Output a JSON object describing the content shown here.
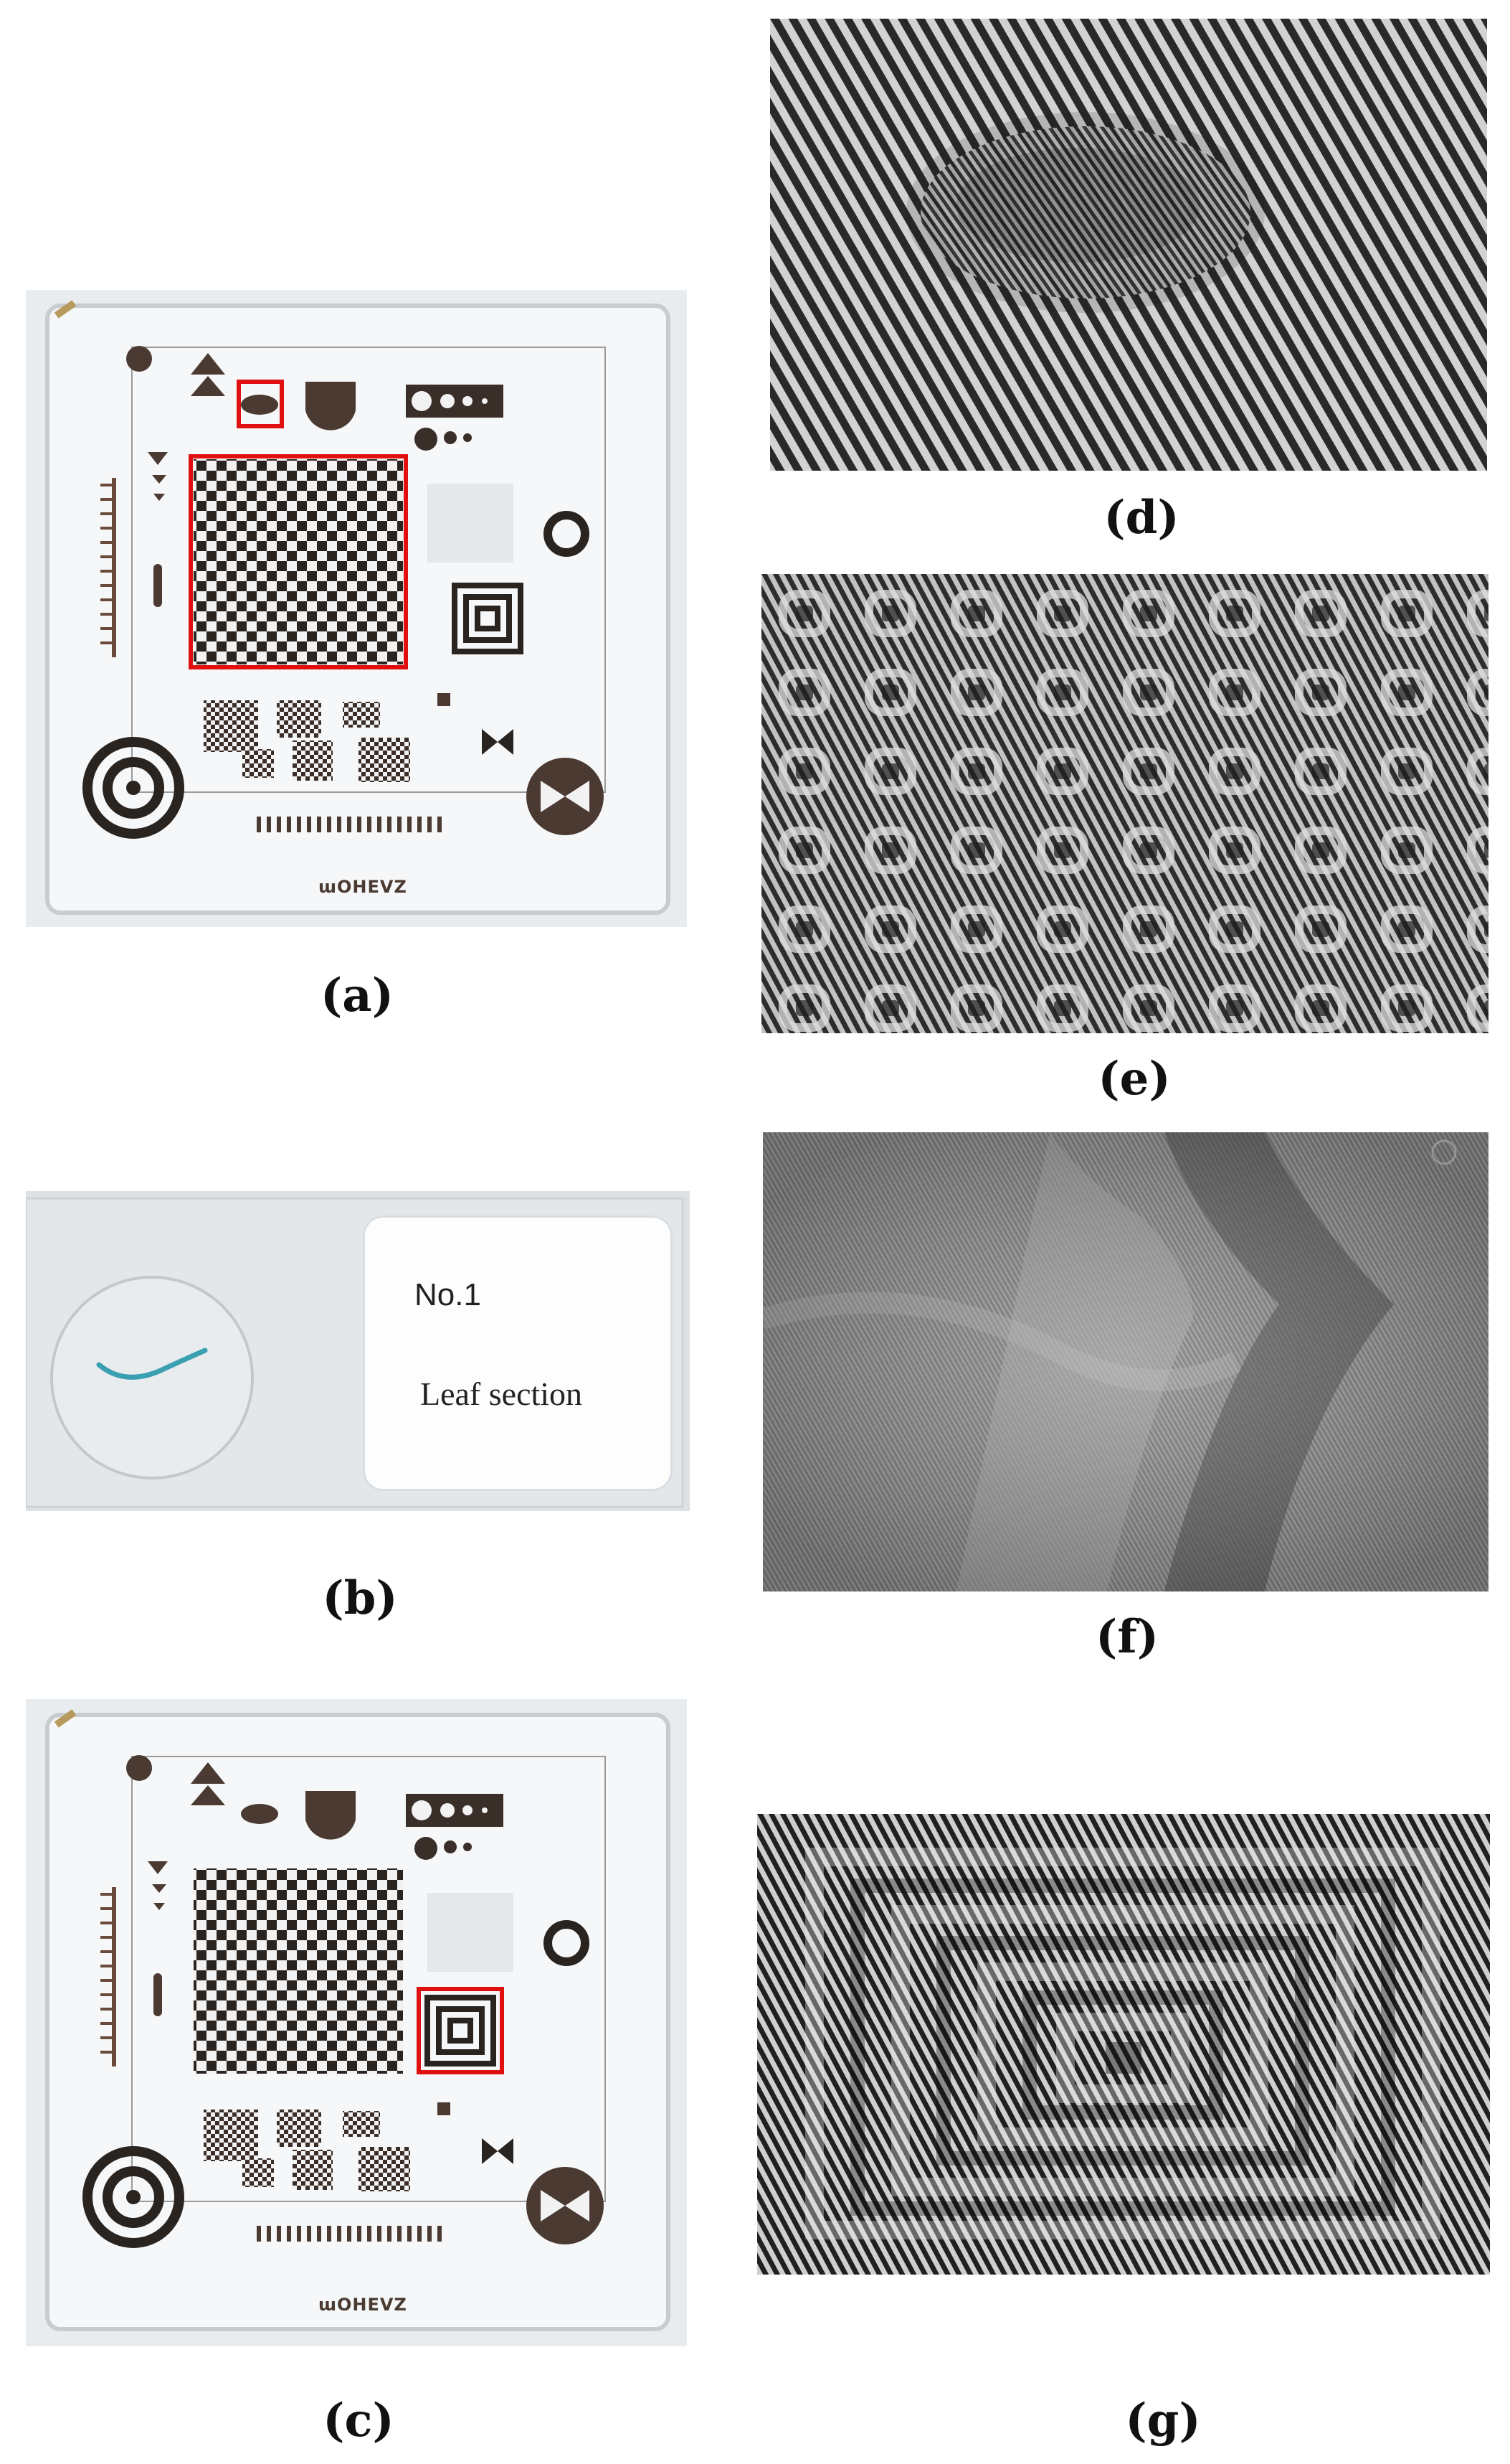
{
  "panels": {
    "a": {
      "caption": "(a)",
      "brand": "ɯOHEVZ"
    },
    "b": {
      "caption": "(b)",
      "label_line1": "No.1",
      "label_line2": "Leaf section"
    },
    "c": {
      "caption": "(c)",
      "brand": "ɯOHEVZ"
    },
    "d": {
      "caption": "(d)"
    },
    "e": {
      "caption": "(e)"
    },
    "f": {
      "caption": "(f)"
    },
    "g": {
      "caption": "(g)"
    }
  },
  "colors": {
    "highlight_box": "#e01010",
    "target_brown": "#4a3a32",
    "slide_bg": "#dfe3e6",
    "stain_cyan": "#3a9fb0"
  }
}
